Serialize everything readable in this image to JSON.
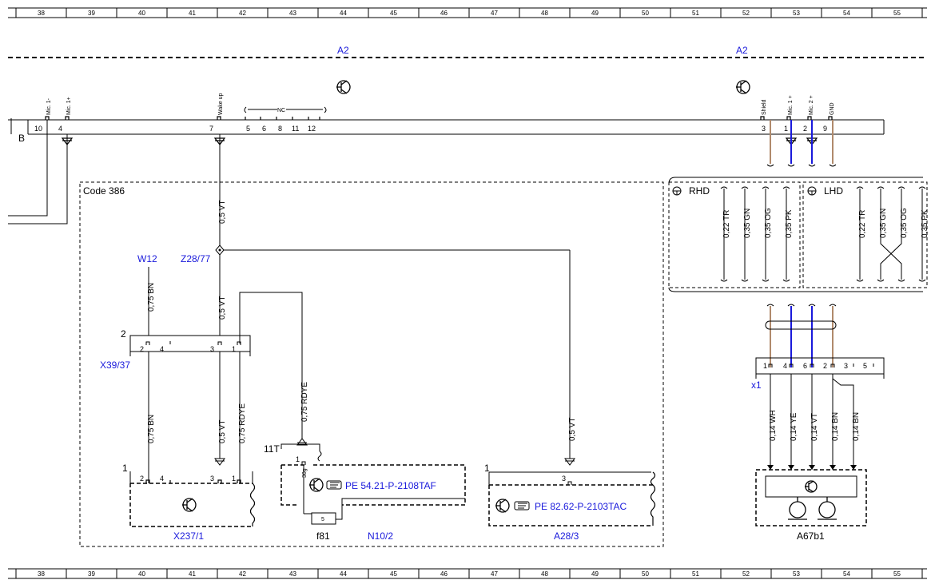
{
  "grid": {
    "columns": [
      "38",
      "39",
      "40",
      "41",
      "42",
      "43",
      "44",
      "45",
      "46",
      "47",
      "48",
      "49",
      "50",
      "51",
      "52",
      "53",
      "54",
      "55"
    ]
  },
  "components": {
    "a2_left": "A2",
    "a2_right": "A2",
    "code_box": "Code 386",
    "rhd": "RHD",
    "lhd": "LHD",
    "w12": "W12",
    "z28_77": "Z28/77",
    "x39_37": "X39/37",
    "x237_1": "X237/1",
    "n10_2": "N10/2",
    "f81": "f81",
    "a28_3": "A28/3",
    "x1": "x1",
    "a67b1": "A67b1",
    "t11": "11T",
    "term30": "30g",
    "bus_b": "B",
    "nc": "NC",
    "ref_n10": "PE 54.21-P-2108TAF",
    "ref_a28": "PE 82.62-P-2103TAC"
  },
  "a2_connector": {
    "signal_labels": [
      "Mic. 1-",
      "Mic. 1+",
      "Wake up",
      "Shield",
      "Mic. 1 +",
      "Mic. 2 +",
      "GND"
    ],
    "pins": [
      "10",
      "4",
      "7",
      "5",
      "6",
      "8",
      "11",
      "12",
      "3",
      "1",
      "2",
      "9"
    ]
  },
  "wires": {
    "w_vt_top": "0,5 VT",
    "w_vt_mid": "0,5 VT",
    "w_bn_top": "0,75 BN",
    "w_bn_bottom": "0,75 BN",
    "w_vt_bottom": "0,5 VT",
    "w_rdye_bottom": "0,75 RDYE",
    "w_rdye_n10": "0,75 RDYE",
    "w_vt_a28": "0,5 VT",
    "rhd": [
      "0,22 TR",
      "0,35 GN",
      "0,35 OG",
      "0,35 PK"
    ],
    "lhd": [
      "0,22 TR",
      "0,35 GN",
      "0,35 OG",
      "0,35 PK"
    ],
    "x1_out": [
      "0,14 WH",
      "0,14 YE",
      "0,14 VT",
      "0,14 BN",
      "0,14 BN"
    ]
  },
  "pins": {
    "x39_37_num": "2",
    "x39_37": [
      "2",
      "4",
      "3",
      "1"
    ],
    "x237_1_num": "1",
    "x237_1": [
      "2",
      "4",
      "3",
      "1"
    ],
    "n10_2": [
      "1",
      "5"
    ],
    "a28_3_num": "1",
    "a28_3": [
      "3"
    ],
    "x1": [
      "1",
      "4",
      "6",
      "2",
      "3",
      "5"
    ]
  },
  "colors": {
    "line": "#000000",
    "accent_blue": "#1a1adb",
    "wire_tan": "#b08a6c"
  }
}
